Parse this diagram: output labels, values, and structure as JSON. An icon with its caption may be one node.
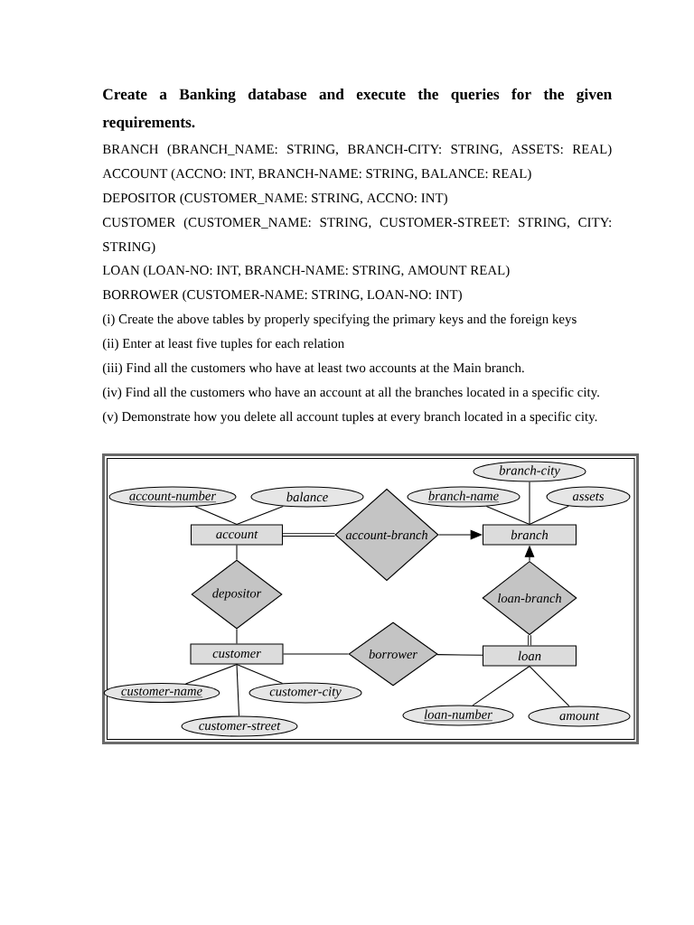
{
  "diagram": {
    "title": "Create a Banking database and execute the queries for the given requirements.",
    "nodes": [
      {
        "text": [
          "branch-city"
        ]
      },
      {
        "text": [
          "account-number"
        ]
      },
      {
        "text": [
          "balance"
        ]
      },
      {
        "text": [
          "branch-name"
        ]
      },
      {
        "text": [
          "assets"
        ]
      },
      {
        "text": [
          "account"
        ]
      },
      {
        "text": [
          "account-branch"
        ]
      },
      {
        "text": [
          "branch"
        ]
      },
      {
        "text": [
          "depositor"
        ]
      },
      {
        "text": [
          "loan-branch"
        ]
      },
      {
        "text": [
          "customer"
        ]
      },
      {
        "text": [
          "borrower"
        ]
      },
      {
        "text": [
          "loan"
        ]
      },
      {
        "text": [
          "customer-name"
        ]
      },
      {
        "text": [
          "customer-city"
        ]
      },
      {
        "text": [
          "loan-number"
        ]
      },
      {
        "text": [
          "amount"
        ]
      },
      {
        "text": [
          "customer-street"
        ]
      }
    ],
    "edges": [
      {
        "from": 1,
        "to": 5,
        "arrow": "none"
      },
      {
        "from": 2,
        "to": 5,
        "arrow": "none"
      },
      {
        "from": 0,
        "to": 7,
        "arrow": "none"
      },
      {
        "from": 3,
        "to": 7,
        "arrow": "none"
      },
      {
        "from": 4,
        "to": 7,
        "arrow": "none"
      },
      {
        "from": 5,
        "to": 6,
        "arrow": "none",
        "style": "thick"
      },
      {
        "from": 6,
        "to": 7,
        "arrow": "to"
      },
      {
        "from": 5,
        "to": 8,
        "arrow": "none"
      },
      {
        "from": 8,
        "to": 10,
        "arrow": "none"
      },
      {
        "from": 9,
        "to": 7,
        "arrow": "to"
      },
      {
        "from": 9,
        "to": 12,
        "arrow": "none",
        "style": "thick"
      },
      {
        "from": 10,
        "to": 11,
        "arrow": "none"
      },
      {
        "from": 11,
        "to": 12,
        "arrow": "none"
      },
      {
        "from": 13,
        "to": 10,
        "arrow": "none"
      },
      {
        "from": 14,
        "to": 10,
        "arrow": "none"
      },
      {
        "from": 17,
        "to": 10,
        "arrow": "none"
      },
      {
        "from": 15,
        "to": 12,
        "arrow": "none"
      },
      {
        "from": 16,
        "to": 12,
        "arrow": "none"
      }
    ],
    "labels": [
      "BRANCH (BRANCH_NAME: STRING, BRANCH-CITY: STRING, ASSETS: REAL)",
      "ACCOUNT (ACCNO: INT, BRANCH-NAME: STRING, BALANCE: REAL)",
      "DEPOSITOR (CUSTOMER_NAME: STRING, ACCNO: INT)",
      "CUSTOMER (CUSTOMER_NAME: STRING, CUSTOMER-STREET: STRING, CITY: STRING)",
      "LOAN (LOAN-NO: INT, BRANCH-NAME: STRING, AMOUNT REAL)",
      "BORROWER (CUSTOMER-NAME: STRING, LOAN-NO: INT)",
      "(i) Create the above tables by properly specifying the primary keys and the foreign keys",
      "(ii) Enter at least five tuples for each relation",
      "(iii) Find all the customers who have at least two accounts at the Main branch.",
      "(iv) Find all the customers who have an account at all the branches located in a specific city.",
      "(v) Demonstrate how you delete all account tuples at every branch located in a specific city."
    ]
  }
}
